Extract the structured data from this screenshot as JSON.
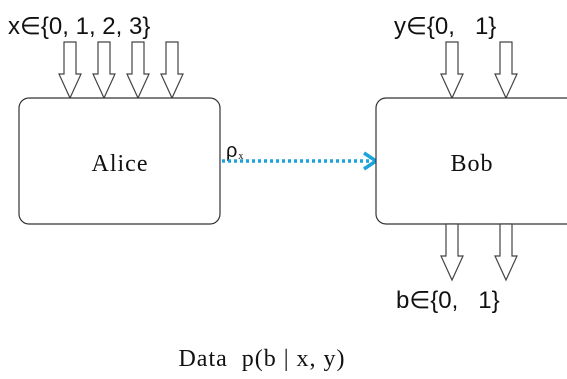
{
  "alice": {
    "label": "Alice",
    "input_label": "x∈{0, 1, 2, 3}",
    "input_count": 4
  },
  "bob": {
    "label": "Bob",
    "input_label": "y∈{0,   1}",
    "input_count": 2,
    "output_label": "b∈{0,   1}",
    "output_count": 2
  },
  "channel": {
    "symbol": "ρ",
    "subscript": "x",
    "color": "#1aa3dc"
  },
  "caption": "Data  p(b | x, y)"
}
